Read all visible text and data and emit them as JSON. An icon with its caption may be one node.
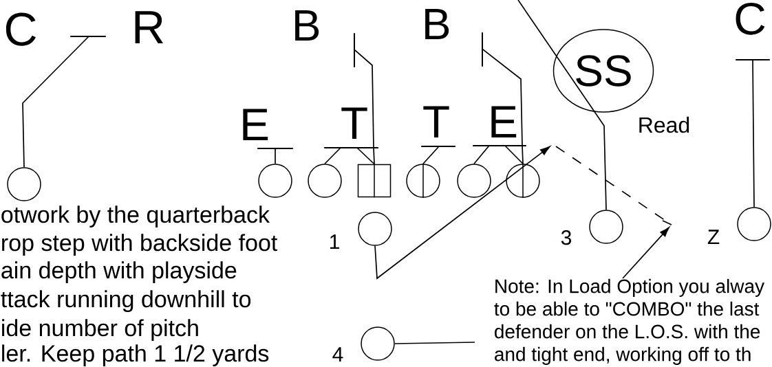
{
  "diagram": {
    "nodes": [
      {
        "text": [
          "C"
        ]
      },
      {
        "text": [
          "R"
        ]
      },
      {
        "text": [
          "B"
        ]
      },
      {
        "text": [
          "B"
        ]
      },
      {
        "text": [
          "SS"
        ]
      },
      {
        "text": [
          "C"
        ]
      },
      {
        "text": [
          "E"
        ]
      },
      {
        "text": [
          "T"
        ]
      },
      {
        "text": [
          "T"
        ]
      },
      {
        "text": [
          "E"
        ]
      },
      {
        "text": [],
        "shape": "circle"
      },
      {
        "text": [],
        "shape": "circle"
      },
      {
        "text": [],
        "shape": "circle"
      },
      {
        "text": [],
        "shape": "box"
      },
      {
        "text": [],
        "shape": "circle"
      },
      {
        "text": [],
        "shape": "circle"
      },
      {
        "text": [],
        "shape": "circle"
      },
      {
        "text": [],
        "shape": "circle",
        "beside": [
          "1"
        ]
      },
      {
        "text": [],
        "shape": "circle",
        "beside": [
          "3"
        ]
      },
      {
        "text": [],
        "shape": "circle",
        "beside": [
          "Z"
        ]
      },
      {
        "text": [],
        "shape": "circle",
        "beside": [
          "4"
        ]
      },
      {
        "text": [
          "Note:  In Load Option you alway",
          "to be able to \"COMBO\" the last",
          "defender on the L.O.S. with the",
          "and tight end, working off to th"
        ]
      }
    ],
    "edges": [
      {
        "from": 10,
        "to": 1,
        "arrow": "other"
      },
      {
        "from": 11,
        "to": 6,
        "arrow": "other"
      },
      {
        "from": 12,
        "to": 7,
        "arrow": "other"
      },
      {
        "from": 13,
        "to": 7,
        "arrow": "other"
      },
      {
        "from": 13,
        "to": 2,
        "arrow": "other"
      },
      {
        "from": 14,
        "to": 8,
        "arrow": "other"
      },
      {
        "from": 15,
        "to": 9,
        "arrow": "other"
      },
      {
        "from": 16,
        "to": 9,
        "arrow": "other"
      },
      {
        "from": 16,
        "to": 3,
        "arrow": "other"
      },
      {
        "from": 18,
        "to": null,
        "arrow": "none"
      },
      {
        "from": 19,
        "to": 5,
        "arrow": "other"
      },
      {
        "from": 17,
        "to": null,
        "arrow": "to"
      },
      {
        "from": 20,
        "to": null,
        "arrow": "none"
      },
      {
        "from": 21,
        "to": null,
        "arrow": "to"
      }
    ],
    "labels": [
      "Read",
      "otwork by the quarterback",
      "rop step with backside foot",
      "ain depth with playside",
      "ttack running downhill to",
      "ide number of pitch",
      "ler.  Keep path 1 1/2 yards"
    ]
  }
}
